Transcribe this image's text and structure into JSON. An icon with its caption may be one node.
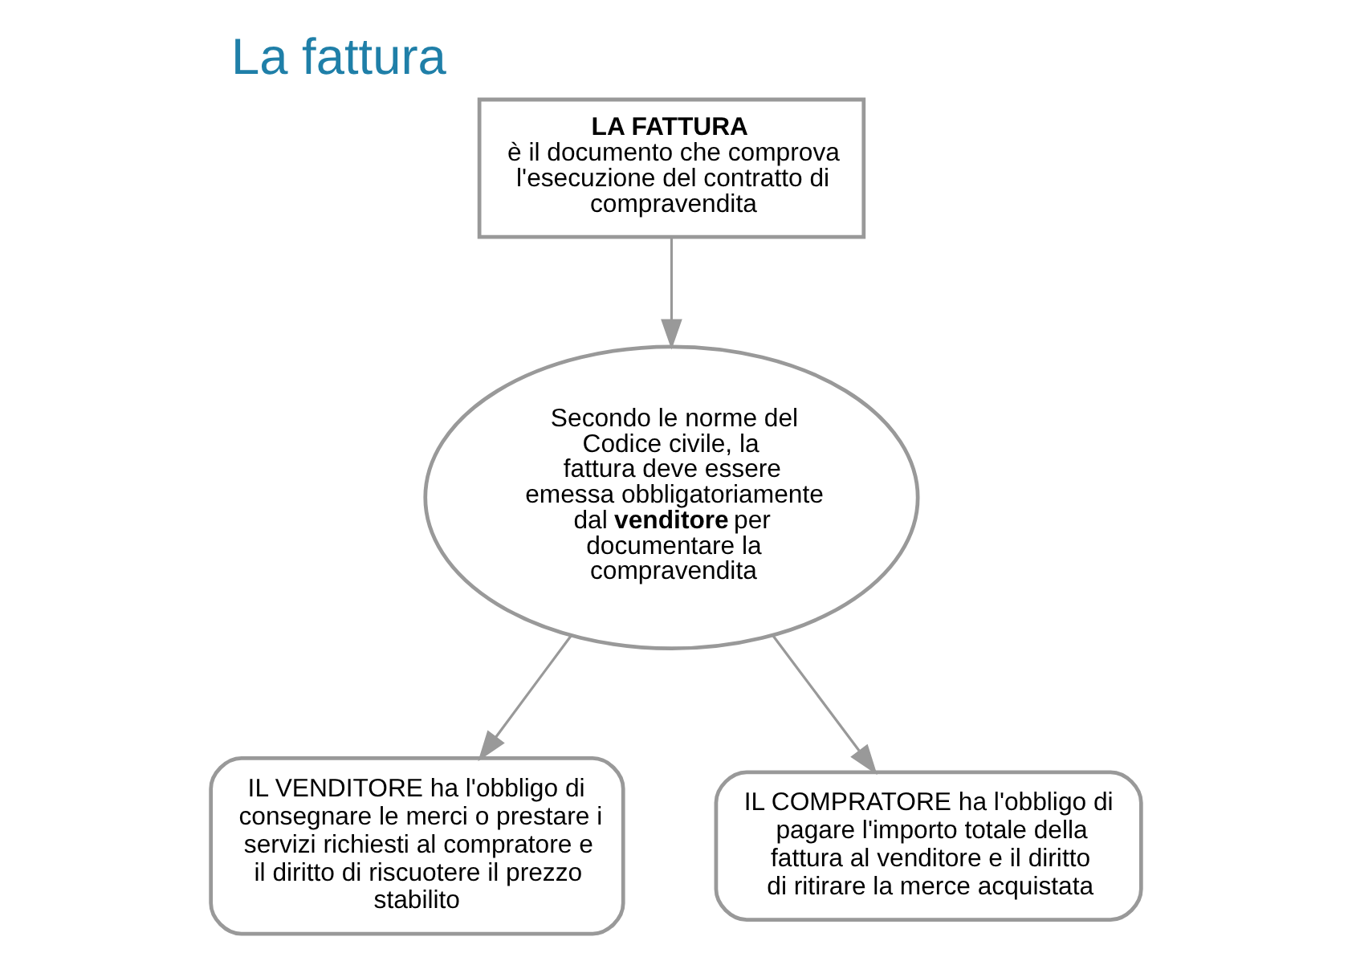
{
  "diagram": {
    "title": "La fattura",
    "nodes": [
      {
        "text": [
          "LA FATTURA",
          "è il documento che comprova l'esecuzione del contratto di compravendita"
        ]
      },
      {
        "text": [
          "Secondo le norme del Codice civile, la fattura deve essere emessa obbligatoriamente dal **venditore** per documentare la compravendita"
        ]
      },
      {
        "text": [
          "IL VENDITORE ha l'obbligo di consegnare le merci o prestare i servizi richiesti al compratore e il diritto di riscuotere il prezzo stabilito"
        ]
      },
      {
        "text": [
          "IL COMPRATORE ha l'obbligo di pagare l'importo totale della fattura al venditore e il diritto di ritirare la merce acquistata"
        ]
      }
    ],
    "edges": [
      {
        "from": 0,
        "to": 1,
        "arrow": "to"
      },
      {
        "from": 1,
        "to": 2,
        "arrow": "to"
      },
      {
        "from": 1,
        "to": 3,
        "arrow": "to"
      }
    ]
  }
}
